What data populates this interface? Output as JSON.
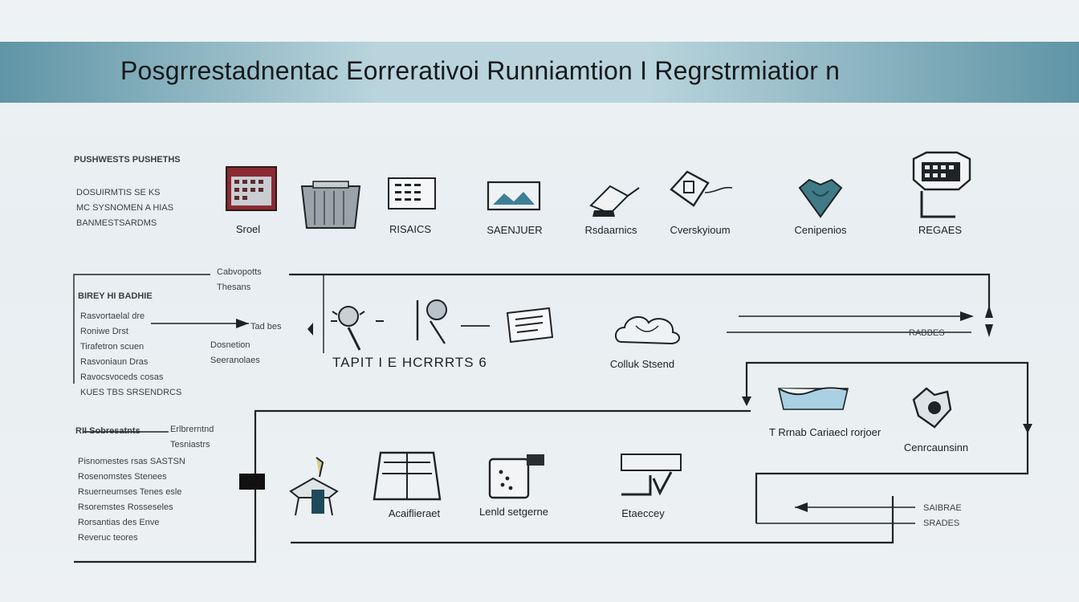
{
  "banner": {
    "title": "Posgrrestadnentac Eorrerativoi Runniamtion I Regrstrmiatior n"
  },
  "left_panel_top": {
    "heading": "PUSHWESTS PUSHETHS",
    "lines": [
      "DOSUIRMTIS SE KS",
      "MC SYSNOMEN A HIAS",
      "BANMESTSARDMS"
    ]
  },
  "left_panel_mid": {
    "heading": "BIREY HI BADHIE",
    "lines": [
      "Rasvortaelal dre",
      "Roniwe Drst",
      "Tirafetron scuen",
      "Rasvoniaun Dras",
      "Ravocsvoceds cosas",
      "KUES TBS SRSENDRCS"
    ],
    "notes": [
      "Cabvopotts",
      "Thesans",
      "Tad bes",
      "Dosnetion",
      "Seeranolaes"
    ]
  },
  "left_panel_bottom": {
    "heading": "RII Sobresatnts",
    "lines": [
      "Pisnomestes rsas SASTSN",
      "Rosenomstes Stenees",
      "Rsuerneumses Tenes esle",
      "Rsoremstes Rosseseles",
      "Rorsantias des Enve",
      "Reveruc teores"
    ],
    "notes": [
      "Erlbrerntnd",
      "Tesniastrs"
    ]
  },
  "top_row": [
    {
      "label": "Sroel",
      "icon": "calendar-icon"
    },
    {
      "label": "RISAICS",
      "icon": "building-icon"
    },
    {
      "label": "",
      "icon": "document-grid-icon"
    },
    {
      "label": "SAENJUER",
      "icon": "monitor-icon"
    },
    {
      "label": "Rsdaarnics",
      "icon": "stapler-icon"
    },
    {
      "label": "Cverskyioum",
      "icon": "tag-icon"
    },
    {
      "label": "Cenipenios",
      "icon": "heart-shield-icon"
    },
    {
      "label": "REGAES",
      "icon": "register-icon"
    }
  ],
  "middle_row": {
    "process_label": "TAPIT I E HCRRRTS 6",
    "cloud_label": "Colluk Stsend",
    "right_note": "RABBES",
    "icons": [
      "lamp-icon",
      "magnifier-icon",
      "note-icon",
      "cloud-icon"
    ]
  },
  "right_loop": [
    {
      "label": "T Rrnab Cariaecl rorjoer",
      "icon": "ice-tray-icon"
    },
    {
      "label": "Cenrcaunsinn",
      "icon": "handshake-icon"
    }
  ],
  "bottom_row": [
    {
      "label": "",
      "icon": "easel-icon"
    },
    {
      "label": "Acaiflieraet",
      "icon": "cabinet-icon"
    },
    {
      "label": "Lenld setgerne",
      "icon": "clipboard-icon"
    },
    {
      "label": "Etaeccey",
      "icon": "check-tray-icon"
    }
  ],
  "bottom_right_notes": [
    "SAIBRAE",
    "SRADES"
  ]
}
